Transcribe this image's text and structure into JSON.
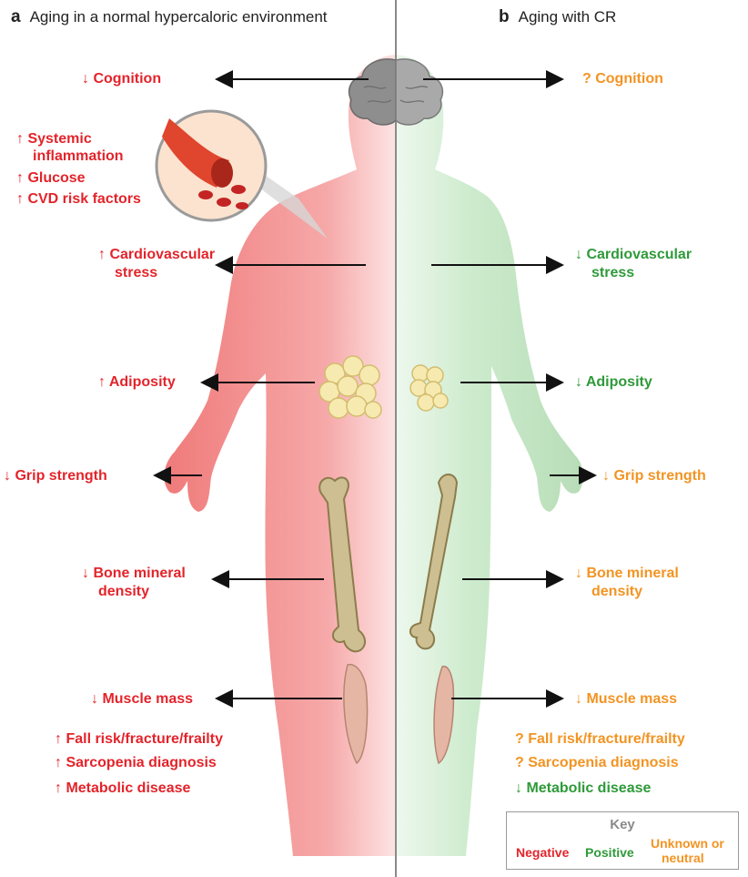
{
  "panels": {
    "a": {
      "letter": "a",
      "title": "Aging in a normal hypercaloric environment"
    },
    "b": {
      "letter": "b",
      "title": "Aging with CR"
    }
  },
  "left_labels": {
    "cognition": "↓ Cognition",
    "systemic_1": "↑ Systemic",
    "systemic_2": "inflammation",
    "glucose": "↑ Glucose",
    "cvd": "↑ CVD risk factors",
    "cardio_1": "↑ Cardiovascular",
    "cardio_2": "stress",
    "adiposity": "↑ Adiposity",
    "grip": "↓ Grip strength",
    "bone_1": "↓ Bone mineral",
    "bone_2": "density",
    "muscle": "↓ Muscle mass",
    "fall": "↑ Fall risk/fracture/frailty",
    "sarcopenia": "↑ Sarcopenia diagnosis",
    "metabolic": "↑ Metabolic disease"
  },
  "right_labels": {
    "cognition": "?  Cognition",
    "cardio_1": "↓ Cardiovascular",
    "cardio_2": "stress",
    "adiposity": "↓ Adiposity",
    "grip": "↓ Grip strength",
    "bone_1": "↓ Bone mineral",
    "bone_2": "density",
    "muscle": "↓ Muscle mass",
    "fall": "? Fall risk/fracture/frailty",
    "sarcopenia": "? Sarcopenia diagnosis",
    "metabolic": "↓ Metabolic disease"
  },
  "key": {
    "title": "Key",
    "negative": "Negative",
    "positive": "Positive",
    "unknown_1": "Unknown or",
    "unknown_2": "neutral"
  },
  "colors": {
    "negative": "#e3242b",
    "positive": "#2f9a3a",
    "unknown": "#f29423",
    "body_left": "#f08a8a",
    "body_right": "#b9dfb9"
  }
}
